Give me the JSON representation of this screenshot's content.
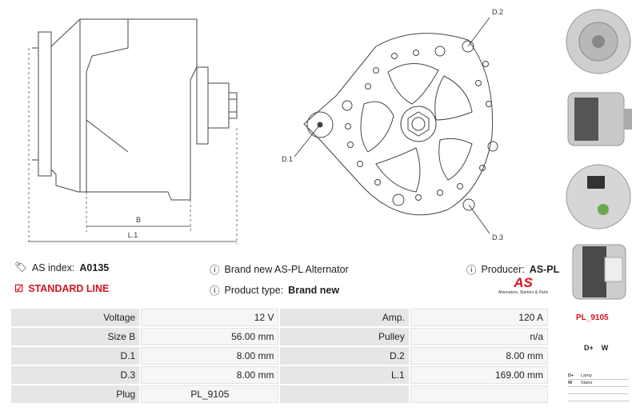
{
  "drawing": {
    "dim_b": "B",
    "dim_l1": "L.1",
    "d1": "D.1",
    "d2": "D.2",
    "d3": "D.3"
  },
  "info": {
    "as_index_label": "AS index:",
    "as_index_value": "A0135",
    "description": "Brand new AS-PL Alternator",
    "producer_label": "Producer:",
    "producer_value": "AS-PL",
    "line": "STANDARD LINE",
    "product_type_label": "Product type:",
    "product_type_value": "Brand new"
  },
  "logo": {
    "mark": "AS",
    "tagline": "Alternators, Starters & Parts"
  },
  "specs": [
    {
      "k1": "Voltage",
      "v1": "12 V",
      "k2": "Amp.",
      "v2": "120 A"
    },
    {
      "k1": "Size B",
      "v1": "56.00 mm",
      "k2": "Pulley",
      "v2": "n/a"
    },
    {
      "k1": "D.1",
      "v1": "8.00 mm",
      "k2": "D.2",
      "v2": "8.00 mm"
    },
    {
      "k1": "D.3",
      "v1": "8.00 mm",
      "k2": "L.1",
      "v2": "169.00 mm"
    },
    {
      "k1": "Plug",
      "v1": "PL_9105",
      "k2": "",
      "v2": ""
    }
  ],
  "plug": {
    "code": "PL_9105",
    "terminals": "D+    W",
    "legend": [
      {
        "pin": "D+",
        "desc": "Lamp"
      },
      {
        "pin": "W",
        "desc": "Stator"
      }
    ]
  },
  "colors": {
    "accent": "#d4141e",
    "label_bg": "#e6e6e6",
    "value_bg": "#f6f6f6"
  }
}
